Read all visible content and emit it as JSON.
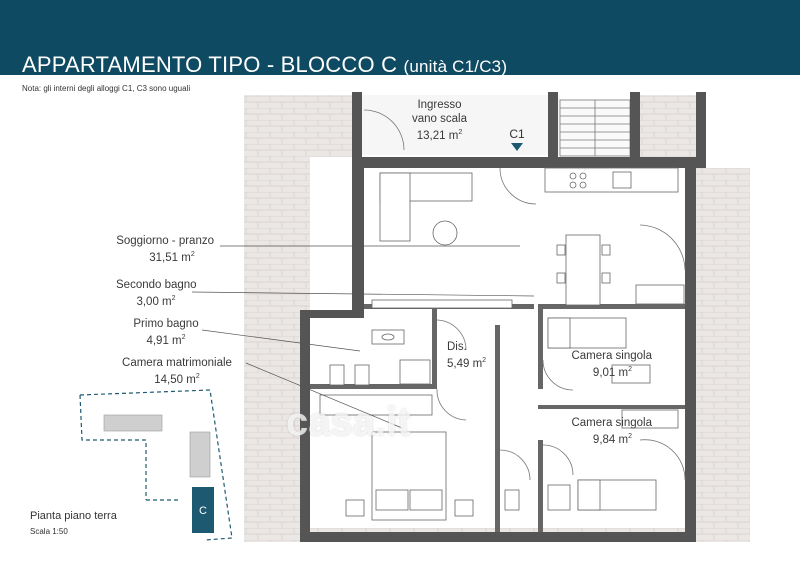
{
  "header": {
    "title_main": "APPARTAMENTO TIPO - BLOCCO C",
    "title_sub": "(unità C1/C3)",
    "note": "Nota: gli interni degli alloggi C1, C3 sono uguali"
  },
  "rooms": {
    "ingresso": {
      "name_1": "Ingresso",
      "name_2": "vano scala",
      "area": "13,21 m",
      "unit_sup": "2"
    },
    "unit_label": "C1",
    "soggiorno": {
      "name": "Soggiorno - pranzo",
      "area": "31,51 m",
      "unit_sup": "2"
    },
    "secondo_bagno": {
      "name": "Secondo bagno",
      "area": "3,00 m",
      "unit_sup": "2"
    },
    "primo_bagno": {
      "name": "Primo bagno",
      "area": "4,91 m",
      "unit_sup": "2"
    },
    "camera_matrimoniale": {
      "name": "Camera matrimoniale",
      "area": "14,50 m",
      "unit_sup": "2"
    },
    "disimpegno": {
      "name": "Dis.",
      "area": "5,49 m",
      "unit_sup": "2"
    },
    "camera_singola_1": {
      "name": "Camera singola",
      "area": "9,01 m",
      "unit_sup": "2"
    },
    "camera_singola_2": {
      "name": "Camera singola",
      "area": "9,84 m",
      "unit_sup": "2"
    }
  },
  "site_plan": {
    "block_label": "C"
  },
  "footer": {
    "pianta": "Pianta piano terra",
    "scala": "Scala 1:50"
  },
  "watermark": "casa.it",
  "colors": {
    "header": "#0f4a63",
    "wall": "#555555",
    "paving": "#e8e4e2",
    "block": "#1d5a72"
  }
}
